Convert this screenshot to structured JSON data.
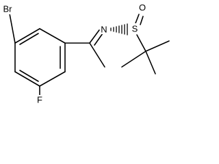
{
  "molecule": {
    "atoms": {
      "bromine": "Br",
      "fluorine": "F",
      "nitrogen": "N",
      "sulfur": "S",
      "oxygen": "O"
    }
  },
  "colors": {
    "bond": "#000000",
    "text": "#000000",
    "background": "#ffffff"
  }
}
